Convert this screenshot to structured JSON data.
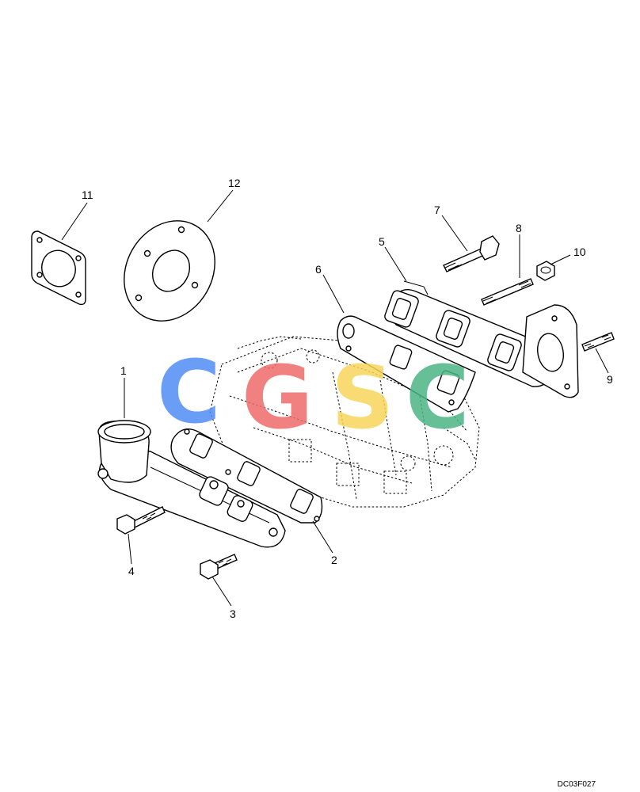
{
  "callouts": [
    "1",
    "2",
    "3",
    "4",
    "5",
    "6",
    "7",
    "8",
    "9",
    "10",
    "11",
    "12"
  ],
  "drawing_code": "DC03F027",
  "watermark": {
    "letters": [
      "C",
      "G",
      "S",
      "C"
    ],
    "colors": [
      "#4f8df5",
      "#ef6b6b",
      "#f7d55a",
      "#4cb584"
    ]
  }
}
